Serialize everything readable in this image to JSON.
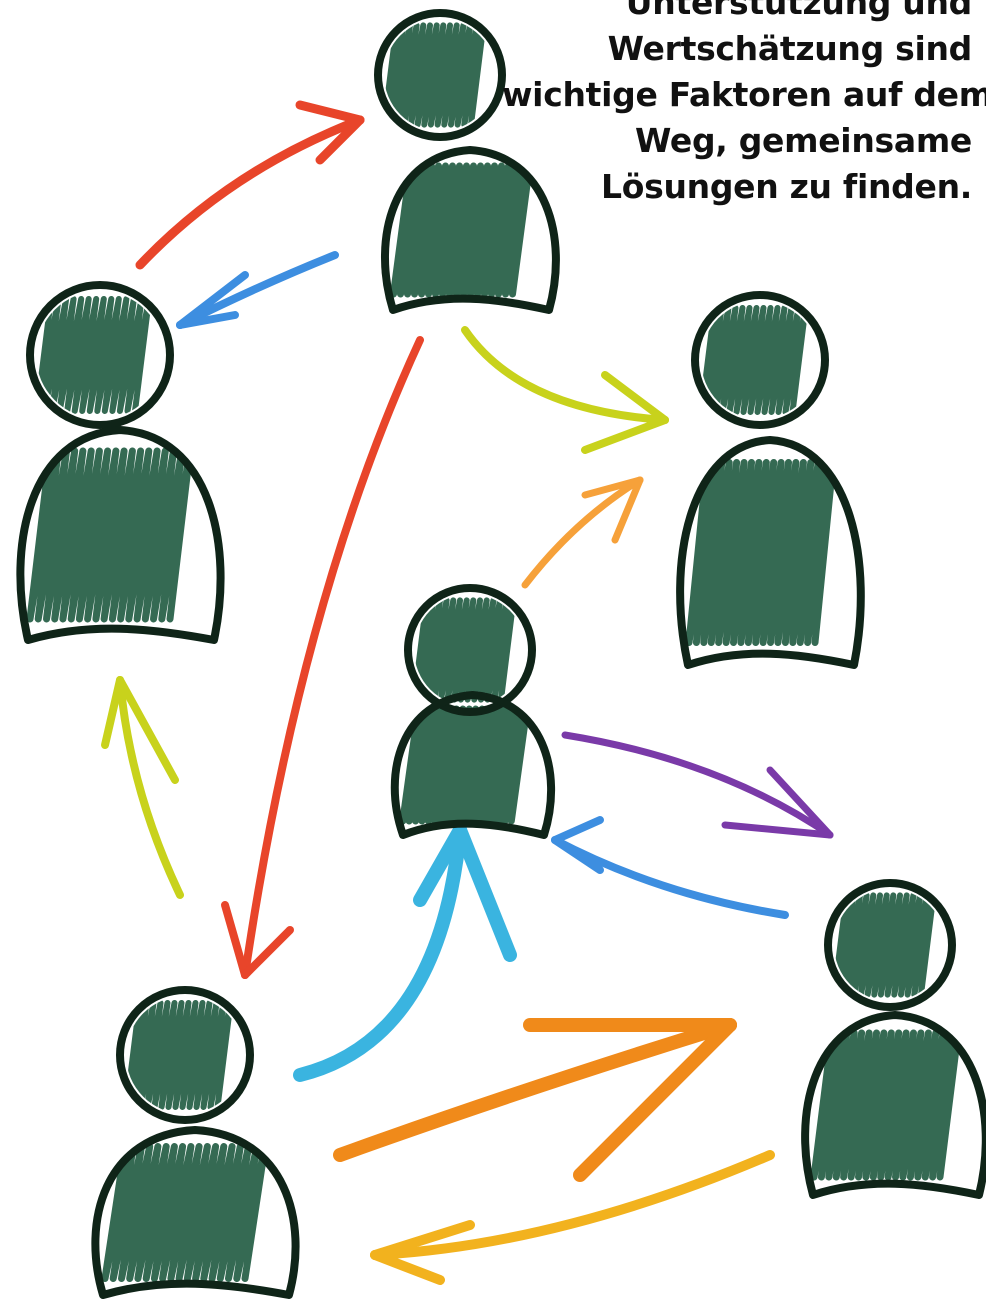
{
  "caption": {
    "lines": [
      "Unterstützung und",
      "Wertschätzung sind",
      "wichtige Faktoren auf dem",
      "Weg, gemeinsame",
      "Lösungen zu finden."
    ]
  },
  "colors": {
    "outline": "#0f2418",
    "scribble": "#1f5a40",
    "red": "#e8452a",
    "blue": "#3d8ee0",
    "lime": "#c8d21c",
    "orange": "#f08a1a",
    "light_orange": "#f6a13a",
    "purple": "#7a3aa8",
    "cyan": "#3ab4e0",
    "yellow": "#f2b21e"
  },
  "people": [
    {
      "id": "top"
    },
    {
      "id": "left"
    },
    {
      "id": "right"
    },
    {
      "id": "center"
    },
    {
      "id": "bottom-right"
    },
    {
      "id": "bottom-left"
    }
  ],
  "arrows": [
    {
      "from": "left",
      "to": "top",
      "color": "red"
    },
    {
      "from": "top",
      "to": "left",
      "color": "blue"
    },
    {
      "from": "top",
      "to": "right",
      "color": "lime"
    },
    {
      "from": "top",
      "to": "bottom-left",
      "color": "red"
    },
    {
      "from": "center",
      "to": "right",
      "color": "light_orange"
    },
    {
      "from": "center",
      "to": "bottom-right",
      "color": "purple"
    },
    {
      "from": "bottom-right",
      "to": "center",
      "color": "blue"
    },
    {
      "from": "bottom-left",
      "to": "center",
      "color": "cyan"
    },
    {
      "from": "bottom-left",
      "to": "left",
      "color": "lime"
    },
    {
      "from": "bottom-left",
      "to": "bottom-right",
      "color": "orange"
    },
    {
      "from": "bottom-right",
      "to": "bottom-left",
      "color": "yellow"
    }
  ]
}
